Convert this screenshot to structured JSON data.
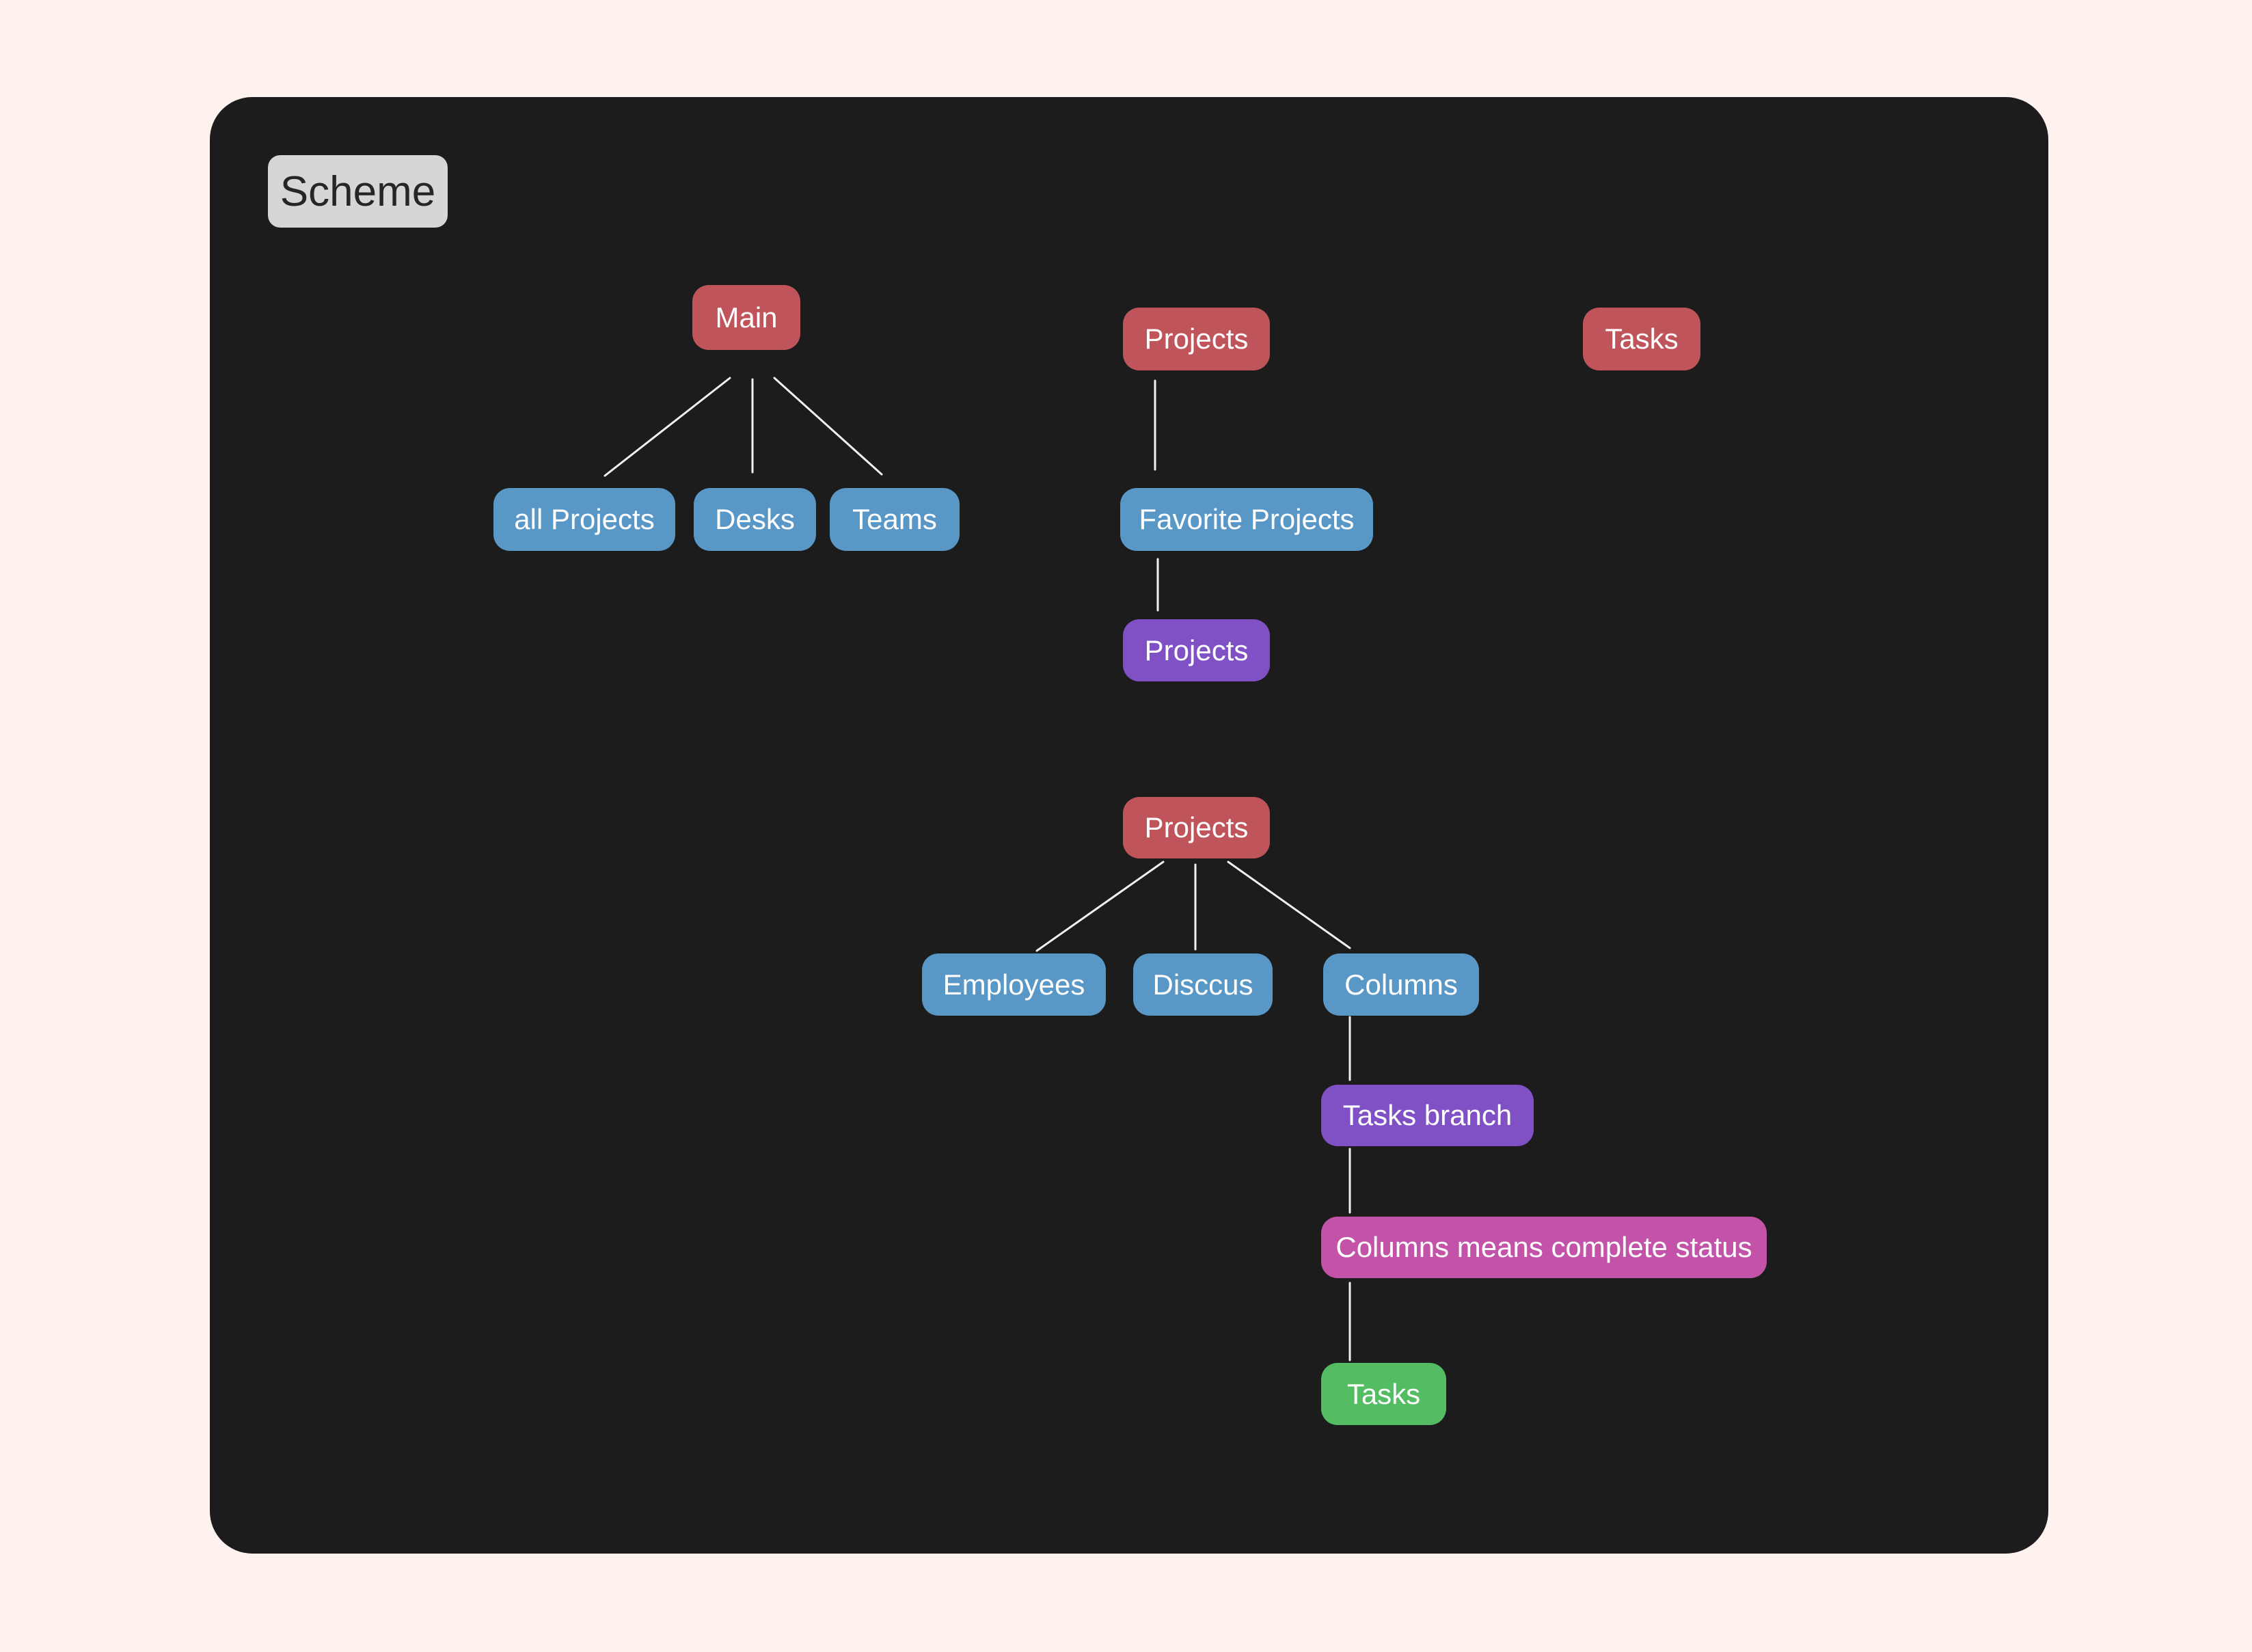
{
  "frame": {
    "title": "Scheme"
  },
  "colors": {
    "page_bg": "#fdf2ed",
    "canvas_bg": "#1d1c1d",
    "node_red": "#c0545b",
    "node_blue": "#5897c6",
    "node_purple": "#8051c5",
    "node_magenta": "#c353a9",
    "node_green": "#54bc62",
    "node_text": "#ffffff",
    "label_bg": "#d6d6d6",
    "label_text": "#262626",
    "connector": "#f2f0f0"
  },
  "diagram": {
    "tree_main": {
      "root": "Main",
      "children": [
        "all Projects",
        "Desks",
        "Teams"
      ]
    },
    "tree_projects": {
      "root": "Projects",
      "child": "Favorite Projects",
      "grandchild": "Projects"
    },
    "standalone": {
      "tasks": "Tasks"
    },
    "tree_projects_detail": {
      "root": "Projects",
      "children": [
        "Employees",
        "Disccus",
        "Columns"
      ],
      "columns_chain": [
        "Tasks branch",
        "Columns means complete status",
        "Tasks"
      ]
    }
  }
}
